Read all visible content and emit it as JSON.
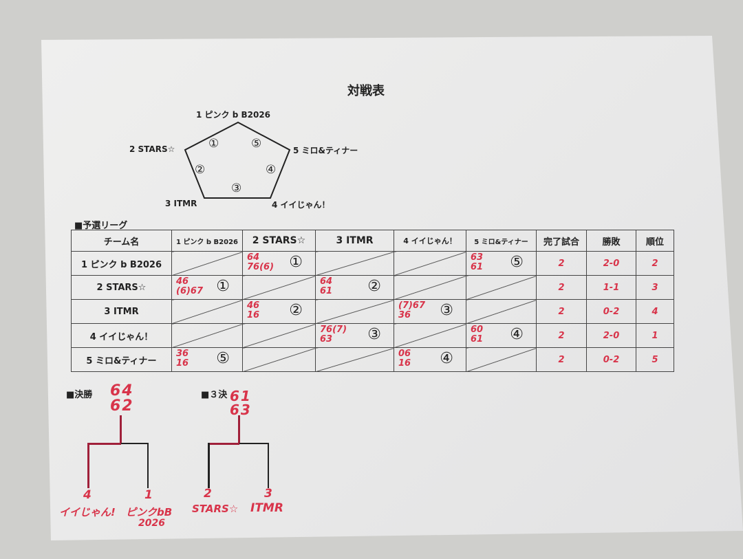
{
  "title": "対戦表",
  "pentagon": {
    "vertices": [
      "1 ピンク b B2026",
      "2 STARS☆",
      "3 ITMR",
      "4 イイじゃん！",
      "5 ミロ&ティナー"
    ],
    "edges": [
      "①",
      "②",
      "③",
      "④",
      "⑤"
    ]
  },
  "league": {
    "heading": "■予選リーグ",
    "columns": [
      "チーム名",
      "1 ピンク b B2026",
      "2 STARS☆",
      "3 ITMR",
      "4 イイじゃん！",
      "5 ミロ&ティナー",
      "完了試合",
      "勝敗",
      "順位"
    ],
    "rows": [
      {
        "team": "1 ピンク b B2026",
        "cells": [
          null,
          {
            "scores": [
              "64",
              "76(6)"
            ],
            "match": "①"
          },
          null,
          null,
          {
            "scores": [
              "63",
              "61"
            ],
            "match": "⑤"
          }
        ],
        "played": "2",
        "record": "2-0",
        "rank": "2"
      },
      {
        "team": "2 STARS☆",
        "cells": [
          {
            "scores": [
              "46",
              "(6)67"
            ],
            "match": "①"
          },
          null,
          {
            "scores": [
              "64",
              "61"
            ],
            "match": "②"
          },
          null,
          null
        ],
        "played": "2",
        "record": "1-1",
        "rank": "3"
      },
      {
        "team": "3 ITMR",
        "cells": [
          null,
          {
            "scores": [
              "46",
              "16"
            ],
            "match": "②"
          },
          null,
          {
            "scores": [
              "(7)67",
              "36"
            ],
            "match": "③"
          },
          null
        ],
        "played": "2",
        "record": "0-2",
        "rank": "4"
      },
      {
        "team": "4 イイじゃん！",
        "cells": [
          null,
          null,
          {
            "scores": [
              "76(7)",
              "63"
            ],
            "match": "③"
          },
          null,
          {
            "scores": [
              "60",
              "61"
            ],
            "match": "④"
          }
        ],
        "played": "2",
        "record": "2-0",
        "rank": "1"
      },
      {
        "team": "5 ミロ&ティナー",
        "cells": [
          {
            "scores": [
              "36",
              "16"
            ],
            "match": "⑤"
          },
          null,
          null,
          {
            "scores": [
              "06",
              "16"
            ],
            "match": "④"
          },
          null
        ],
        "played": "2",
        "record": "0-2",
        "rank": "5"
      }
    ]
  },
  "final": {
    "heading": "■決勝",
    "scores": [
      "64",
      "62"
    ],
    "left": {
      "seed": "4",
      "name": "イイじゃん!"
    },
    "right": {
      "seed": "1",
      "name": "ピンクbB",
      "name2": "2026"
    }
  },
  "third": {
    "heading": "■３決",
    "scores": [
      "61",
      "63"
    ],
    "left": {
      "seed": "2",
      "name": "STARS☆"
    },
    "right": {
      "seed": "3",
      "name": "ITMR"
    }
  },
  "colors": {
    "ink": "#d8344a",
    "paper": "#ececec",
    "table_surface": "#cfcfcc"
  }
}
